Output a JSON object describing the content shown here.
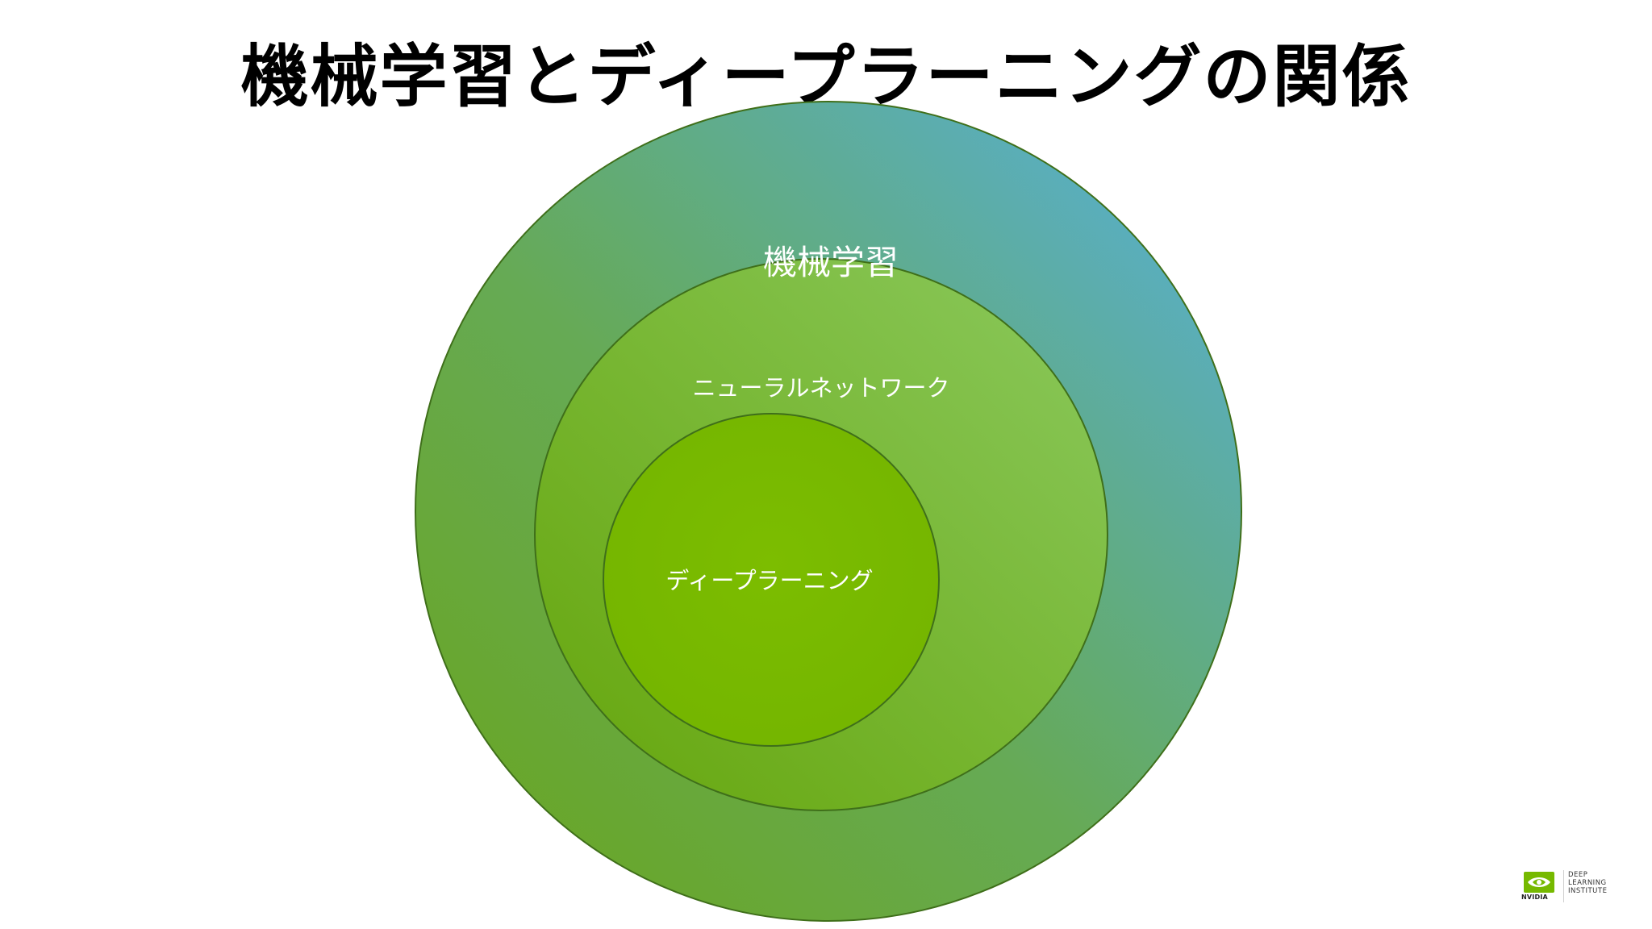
{
  "slide": {
    "title": "機械学習とディープラーニングの関係"
  },
  "diagram": {
    "outer_label": "機械学習",
    "middle_label": "ニューラルネットワーク",
    "inner_label": "ディープラーニング",
    "colors": {
      "outer_start": "#6aa51a",
      "outer_end": "#56afe0",
      "middle_start": "#6aa90e",
      "middle_end": "#88c85a",
      "inner_start": "#7dbe00",
      "inner_end": "#76b900",
      "outline": "#3f6f1a"
    }
  },
  "logo": {
    "brand": "NVIDIA",
    "line1": "DEEP",
    "line2": "LEARNING",
    "line3": "INSTITUTE",
    "icon": "nvidia-eye-icon"
  }
}
